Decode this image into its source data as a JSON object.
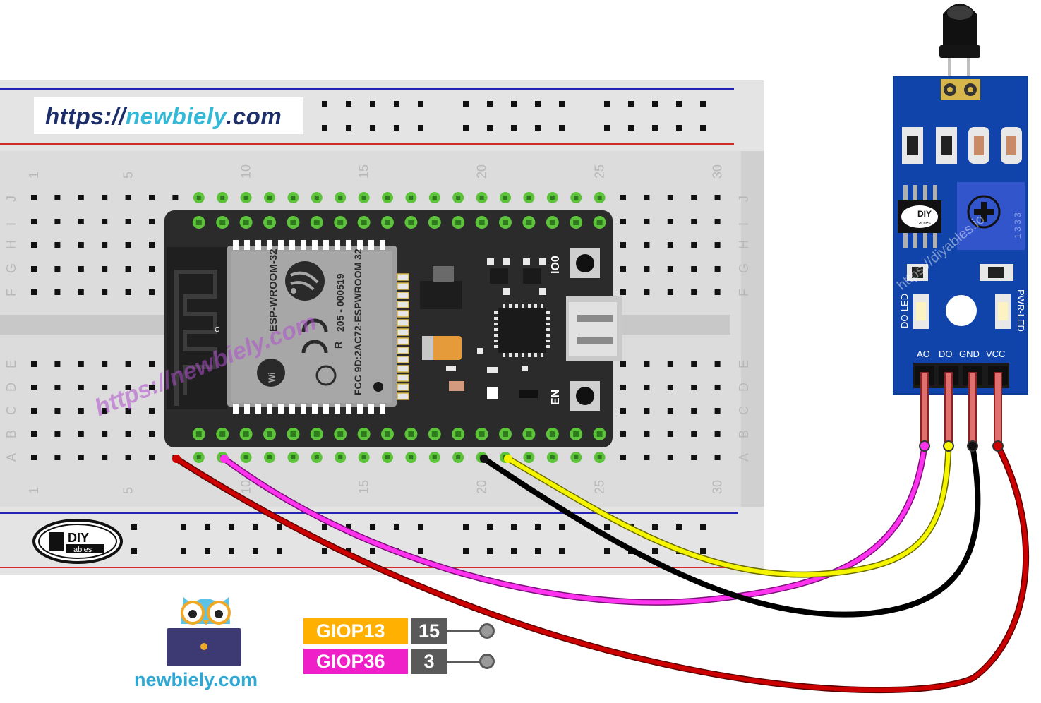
{
  "watermark": {
    "url_prefix": "https://",
    "url_accent": "newbiely",
    "url_suffix": ".com",
    "diagonal_text": "https://newbiely.com",
    "diagonal_text_sensor": "https://diyables.io"
  },
  "breadboard": {
    "column_numbers": [
      "1",
      "5",
      "10",
      "15",
      "20",
      "25",
      "30"
    ],
    "row_letters_top": [
      "J",
      "I",
      "H",
      "G",
      "F"
    ],
    "row_letters_bottom": [
      "E",
      "D",
      "C",
      "B",
      "A"
    ]
  },
  "esp32": {
    "module_label_1": "ESP-WROOM-32",
    "module_label_2": "205 - 000519",
    "module_label_3": "FCC 9D:2AC72-ESPWROOM 32",
    "module_label_r": "R",
    "button_io0": "IO0",
    "button_en": "EN",
    "antenna_c": "C"
  },
  "sensor": {
    "pin_labels": [
      "AO",
      "DO",
      "GND",
      "VCC"
    ],
    "led_left_label": "DO-LED",
    "led_right_label": "PWR-LED",
    "pot_digits": "1 3 3 3",
    "chip_logo_top": "DIY",
    "chip_logo_bottom": "ables"
  },
  "logo": {
    "top": "DIY",
    "bottom": "ables"
  },
  "brand": {
    "text": "newbiely.com"
  },
  "pin_legend": [
    {
      "name": "GIOP13",
      "number": "15",
      "color": "#ffb000"
    },
    {
      "name": "GIOP36",
      "number": "3",
      "color": "#f020c8"
    }
  ],
  "wire_colors": {
    "ao": "#ff33ee",
    "do": "#f5f500",
    "gnd": "#111111",
    "vcc": "#cc0000"
  }
}
